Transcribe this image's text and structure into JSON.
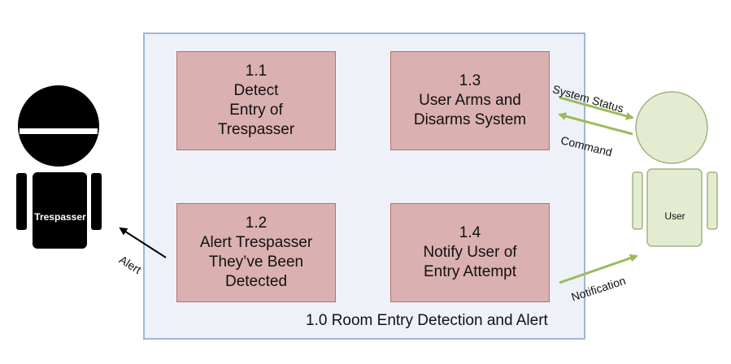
{
  "system": {
    "label": "1.0  Room Entry Detection and Alert"
  },
  "processes": [
    {
      "id": "1.1",
      "lines": [
        "Detect",
        "Entry of",
        "Trespasser"
      ]
    },
    {
      "id": "1.2",
      "lines": [
        "Alert Trespasser",
        "They’ve Been",
        "Detected"
      ]
    },
    {
      "id": "1.3",
      "lines": [
        "User Arms and",
        "Disarms System"
      ]
    },
    {
      "id": "1.4",
      "lines": [
        "Notify User of",
        "Entry Attempt"
      ]
    }
  ],
  "actors": {
    "trespasser": "Trespasser",
    "user": "User"
  },
  "flows": {
    "system_status": "System Status",
    "command": "Command",
    "notification": "Notification",
    "alert": "Alert"
  },
  "colors": {
    "process_fill": "#dbb0b0",
    "system_fill": "#eef2f8",
    "system_border": "#9fb6d6",
    "user_fill": "#e3ecd0",
    "user_stroke": "#9fb383",
    "arrow_green": "#9bbb59",
    "trespasser_fill": "#000000"
  }
}
